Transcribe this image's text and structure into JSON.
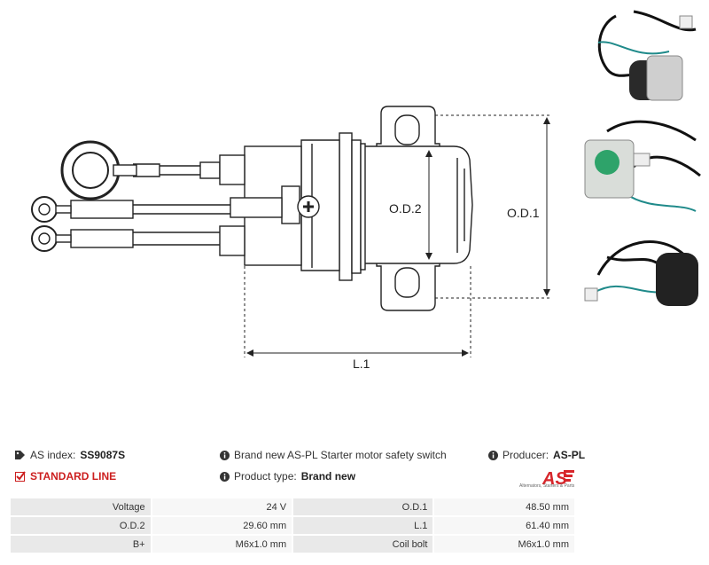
{
  "drawing": {
    "od1_label": "O.D.1",
    "od2_label": "O.D.2",
    "l1_label": "L.1"
  },
  "info": {
    "index_label": "AS index:",
    "index_value": "SS9087S",
    "standard_line": "STANDARD LINE",
    "description": "Brand new AS-PL Starter motor safety switch",
    "product_type_label": "Product type:",
    "product_type_value": "Brand new",
    "producer_label": "Producer:",
    "producer_value": "AS-PL"
  },
  "logo": {
    "mark": "AS",
    "tagline": "Alternators, Starters & Parts",
    "color": "#d7262b"
  },
  "specs": {
    "rows": [
      {
        "l1": "Voltage",
        "v1": "24 V",
        "l2": "O.D.1",
        "v2": "48.50 mm"
      },
      {
        "l1": "O.D.2",
        "v1": "29.60 mm",
        "l2": "L.1",
        "v2": "61.40 mm"
      },
      {
        "l1": "B+",
        "v1": "M6x1.0 mm",
        "l2": "Coil bolt",
        "v2": "M6x1.0 mm"
      }
    ]
  },
  "photos": [
    "front-view",
    "side-view",
    "rear-view"
  ]
}
